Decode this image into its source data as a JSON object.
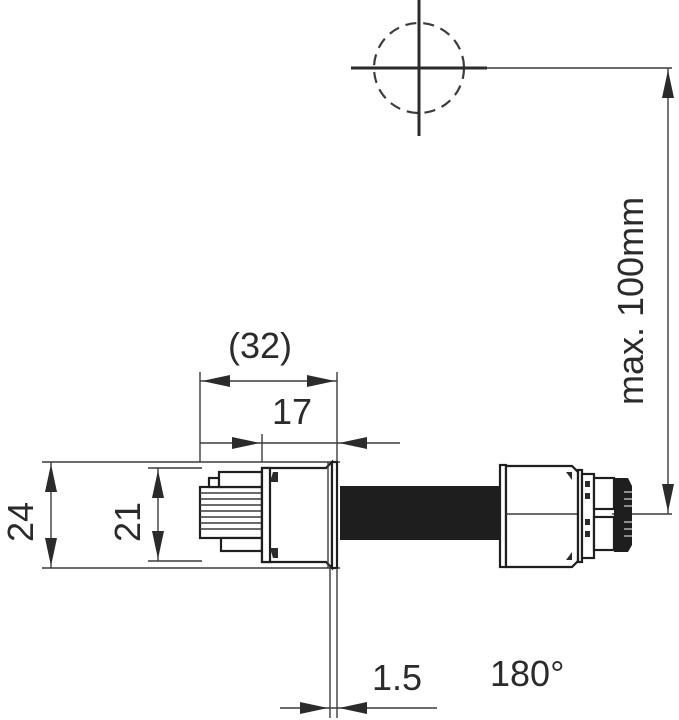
{
  "drawing": {
    "type": "technical dimension drawing",
    "subject": "connector with cable, 180° outlet",
    "dimensions": {
      "overall_length": "(32)",
      "body_length": "17",
      "outer_height": "24",
      "inner_height": "21",
      "wall_thickness": "1.5",
      "bend_radius": "max. 100mm",
      "angle": "180°"
    },
    "colors": {
      "line": "#2b2b2b",
      "background": "#ffffff",
      "cable": "#1e1e1e"
    }
  }
}
